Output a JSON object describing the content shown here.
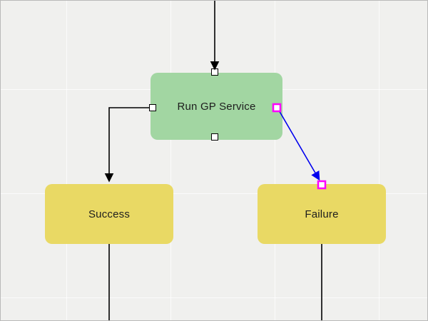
{
  "diagram": {
    "nodes": [
      {
        "id": "run-gp-service",
        "label": "Run GP Service",
        "fill": "#a2d6a2"
      },
      {
        "id": "success",
        "label": "Success",
        "fill": "#e9d964"
      },
      {
        "id": "failure",
        "label": "Failure",
        "fill": "#e9d964"
      }
    ],
    "connectors": [
      {
        "id": "incoming-top",
        "color": "#000000",
        "selected": false
      },
      {
        "id": "run-gp-to-success",
        "color": "#000000",
        "selected": false
      },
      {
        "id": "run-gp-to-failure",
        "color": "#0000ee",
        "selected": true
      },
      {
        "id": "success-outgoing",
        "color": "#000000",
        "selected": false
      },
      {
        "id": "failure-outgoing",
        "color": "#000000",
        "selected": false
      }
    ],
    "colors": {
      "canvas_background": "#f0f0ee",
      "grid_line": "#ffffff",
      "link": "#000000",
      "selected_link": "#0000ee",
      "selection_handle": "#ff00ff",
      "port_fill": "#ffffff",
      "port_border": "#000000"
    }
  }
}
